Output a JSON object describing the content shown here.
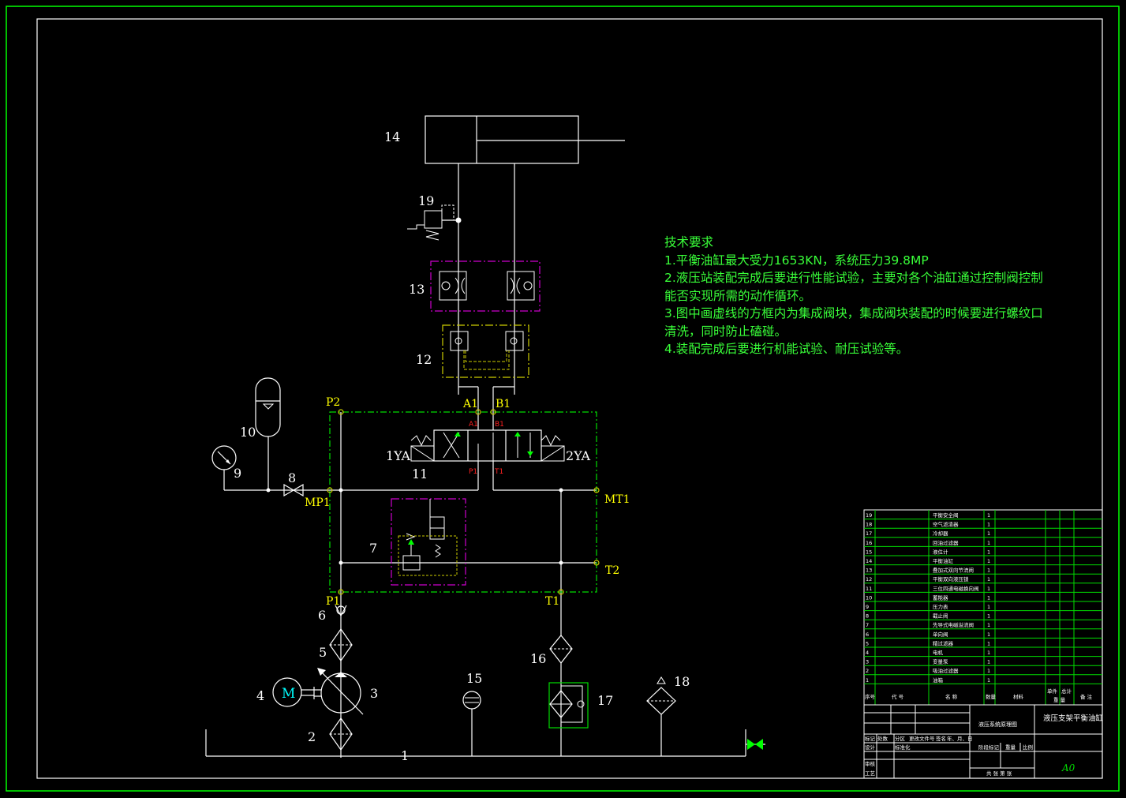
{
  "components": {
    "c1": "1",
    "c2": "2",
    "c3": "3",
    "c4": "4",
    "c5": "5",
    "c6": "6",
    "c7": "7",
    "c8": "8",
    "c9": "9",
    "c10": "10",
    "c11": "11",
    "c12": "12",
    "c13": "13",
    "c14": "14",
    "c15": "15",
    "c16": "16",
    "c17": "17",
    "c18": "18",
    "c19": "19"
  },
  "ports": {
    "p2": "P2",
    "a1": "A1",
    "b1": "B1",
    "mp1": "MP1",
    "mt1": "MT1",
    "t2": "T2",
    "p1": "P1",
    "t1": "T1",
    "yA1": "1YA",
    "yA2": "2YA",
    "motor": "M",
    "inner_a1": "A1",
    "inner_b1": "B1",
    "inner_p1": "P1",
    "inner_t1": "T1"
  },
  "notes": {
    "title": "技术要求",
    "line1": "1.平衡油缸最大受力1653KN，系统压力39.8MP",
    "line2": "2.液压站装配完成后要进行性能试验，主要对各个油缸通过控制阀控制",
    "line3": "能否实现所需的动作循环。",
    "line4": "3.图中画虚线的方框内为集成阀块，集成阀块装配的时候要进行螺纹口",
    "line5": "清洗，同时防止磕碰。",
    "line6": "4.装配完成后要进行机能试验、耐压试验等。"
  },
  "bom": {
    "rows": [
      {
        "no": "19",
        "name": "平衡安全阀",
        "qty": "1"
      },
      {
        "no": "18",
        "name": "空气滤清器",
        "qty": "1"
      },
      {
        "no": "17",
        "name": "冷却器",
        "qty": "1"
      },
      {
        "no": "16",
        "name": "回油过滤器",
        "qty": "1"
      },
      {
        "no": "15",
        "name": "液位计",
        "qty": "1"
      },
      {
        "no": "14",
        "name": "平衡油缸",
        "qty": "1"
      },
      {
        "no": "13",
        "name": "叠加式双向节流阀",
        "qty": "1"
      },
      {
        "no": "12",
        "name": "平衡双向液压锁",
        "qty": "1"
      },
      {
        "no": "11",
        "name": "三位四通电磁换向阀",
        "qty": "1"
      },
      {
        "no": "10",
        "name": "蓄能器",
        "qty": "1"
      },
      {
        "no": "9",
        "name": "压力表",
        "qty": "1"
      },
      {
        "no": "8",
        "name": "截止阀",
        "qty": "1"
      },
      {
        "no": "7",
        "name": "先导式电磁溢流阀",
        "qty": "1"
      },
      {
        "no": "6",
        "name": "单向阀",
        "qty": "1"
      },
      {
        "no": "5",
        "name": "精过滤器",
        "qty": "1"
      },
      {
        "no": "4",
        "name": "电机",
        "qty": "1"
      },
      {
        "no": "3",
        "name": "变量泵",
        "qty": "1"
      },
      {
        "no": "2",
        "name": "吸油过滤器",
        "qty": "1"
      },
      {
        "no": "1",
        "name": "油箱",
        "qty": "1"
      }
    ],
    "header": {
      "seq": "序号",
      "code": "代 号",
      "name": "名 称",
      "qty": "数量",
      "material": "材料",
      "unit_w": "单件",
      "total_w": "总计",
      "weight": "重 量",
      "remark": "备 注"
    }
  },
  "title_block": {
    "drawing_title": "液压系统原理图",
    "product": "液压支架平衡油缸",
    "size": "A0",
    "marks": "标记",
    "count": "处数",
    "zone": "分区",
    "change_doc": "更改文件号",
    "sign": "签名",
    "date": "年、月、日",
    "design": "设计",
    "standard": "标准化",
    "stage": "阶段标记",
    "weight": "重量",
    "scale": "比例",
    "review": "审核",
    "process": "工艺",
    "sheets": "共 张 第 张"
  }
}
